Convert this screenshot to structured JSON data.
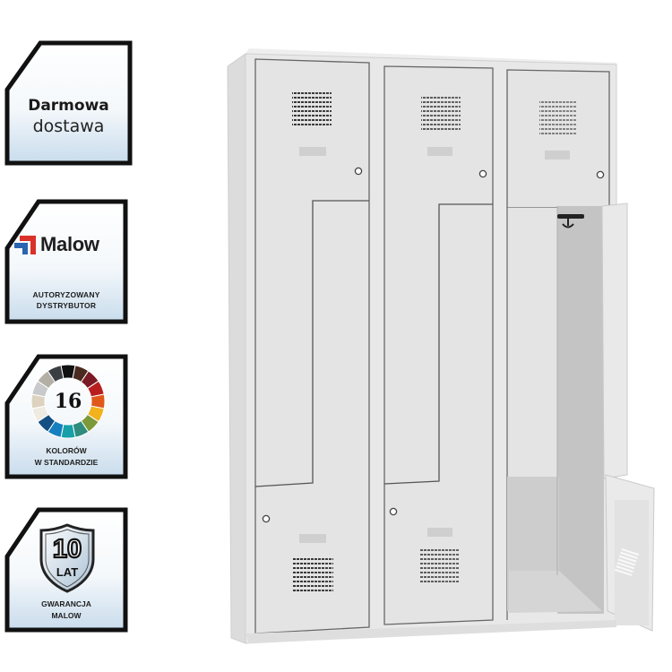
{
  "badges": {
    "shipping": {
      "line1": "Darmowa",
      "line2": "dostawa"
    },
    "distributor": {
      "brand": "Malow",
      "line1": "AUTORYZOWANY",
      "line2": "DYSTRYBUTOR",
      "logo_colors": {
        "red": "#d9312b",
        "blue": "#2b64b0"
      }
    },
    "colors": {
      "count": "16",
      "line1": "KOLORÓW",
      "line2": "W STANDARDZIE",
      "wheel": [
        "#111111",
        "#4a2a20",
        "#7a1a24",
        "#b81e1e",
        "#e0591a",
        "#f2b21c",
        "#7d9a3a",
        "#2f8c7e",
        "#17a0a8",
        "#1580bf",
        "#134f82",
        "#efebe3",
        "#ddd2bf",
        "#c7c9ca",
        "#b3afa5",
        "#3a3e42"
      ]
    },
    "warranty": {
      "years": "10",
      "unit": "LAT",
      "line1": "GWARANCJA",
      "line2": "MALOW"
    }
  },
  "product": {
    "name": "Z-locker 3 columns",
    "columns": 3,
    "compartments_per_column": 2,
    "body_color": "#e6e6e6",
    "door_outline_color": "#6a6a6a",
    "interior_color": "#bfbfbf",
    "open_compartment": "column-3"
  }
}
